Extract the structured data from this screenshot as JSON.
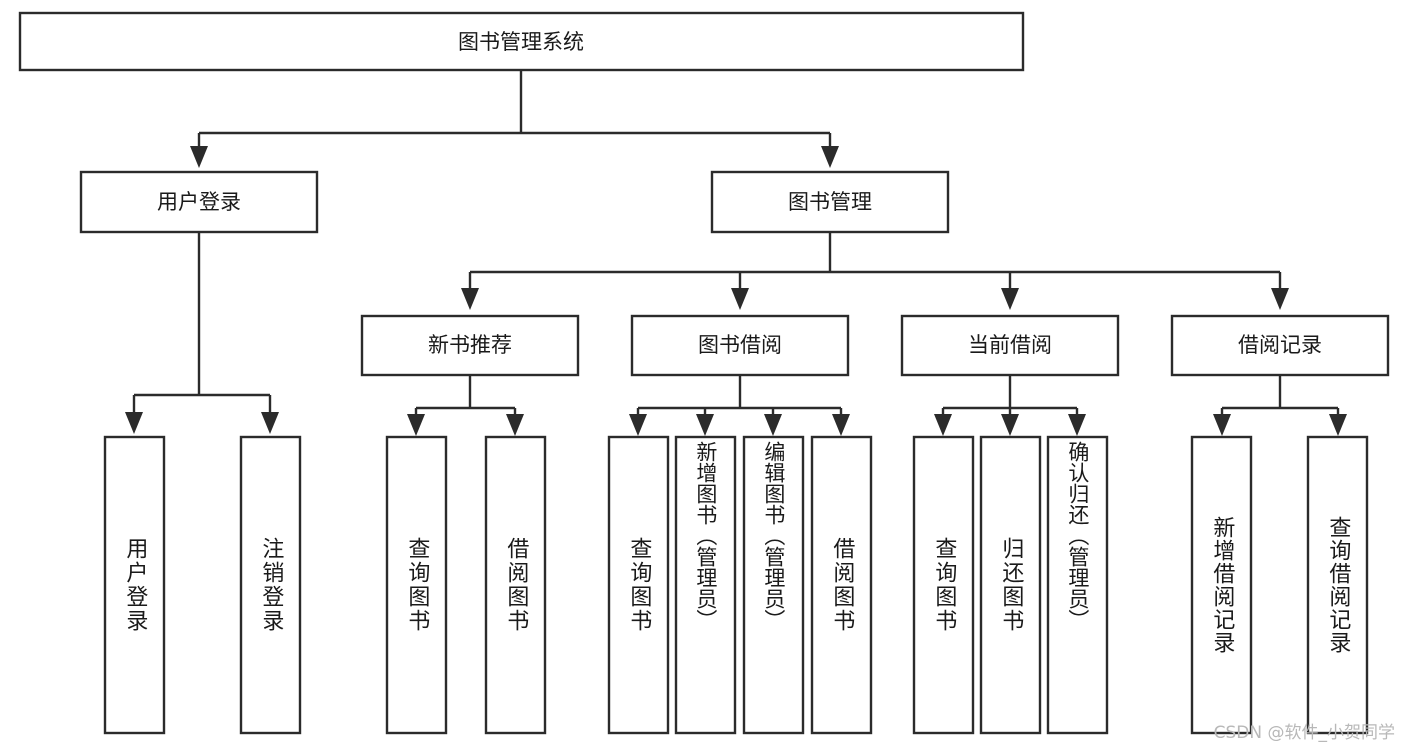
{
  "diagram": {
    "type": "tree",
    "title": "图书管理系统",
    "root": {
      "id": "root",
      "label": "图书管理系统"
    },
    "level2": [
      {
        "id": "user-login",
        "label": "用户登录"
      },
      {
        "id": "book-manage",
        "label": "图书管理"
      }
    ],
    "level3": [
      {
        "id": "new-book-recommend",
        "label": "新书推荐",
        "parent": "book-manage"
      },
      {
        "id": "book-borrow",
        "label": "图书借阅",
        "parent": "book-manage"
      },
      {
        "id": "current-borrow",
        "label": "当前借阅",
        "parent": "book-manage"
      },
      {
        "id": "borrow-record",
        "label": "借阅记录",
        "parent": "book-manage"
      }
    ],
    "leaves": [
      {
        "id": "leaf-user-login",
        "label": "用户登录",
        "parent": "user-login"
      },
      {
        "id": "leaf-logout",
        "label": "注销登录",
        "parent": "user-login"
      },
      {
        "id": "leaf-query-book-1",
        "label": "查询图书",
        "parent": "new-book-recommend"
      },
      {
        "id": "leaf-borrow-book-1",
        "label": "借阅图书",
        "parent": "new-book-recommend"
      },
      {
        "id": "leaf-query-book-2",
        "label": "查询图书",
        "parent": "book-borrow"
      },
      {
        "id": "leaf-add-book",
        "label": "新增图书（管理员）",
        "parent": "book-borrow"
      },
      {
        "id": "leaf-edit-book",
        "label": "编辑图书（管理员）",
        "parent": "book-borrow"
      },
      {
        "id": "leaf-borrow-book-2",
        "label": "借阅图书",
        "parent": "book-borrow"
      },
      {
        "id": "leaf-query-book-3",
        "label": "查询图书",
        "parent": "current-borrow"
      },
      {
        "id": "leaf-return-book",
        "label": "归还图书",
        "parent": "current-borrow"
      },
      {
        "id": "leaf-confirm-return",
        "label": "确认归还（管理员）",
        "parent": "current-borrow"
      },
      {
        "id": "leaf-add-record",
        "label": "新增借阅记录",
        "parent": "borrow-record"
      },
      {
        "id": "leaf-query-record",
        "label": "查询借阅记录",
        "parent": "borrow-record"
      }
    ]
  },
  "watermark": {
    "text": "CSDN @软件_小贺同学"
  },
  "colors": {
    "stroke": "#2b2b2b",
    "box_fill": "#ffffff",
    "text": "#1a1a1a",
    "background": "#ffffff",
    "watermark": "#b8b8b8"
  }
}
